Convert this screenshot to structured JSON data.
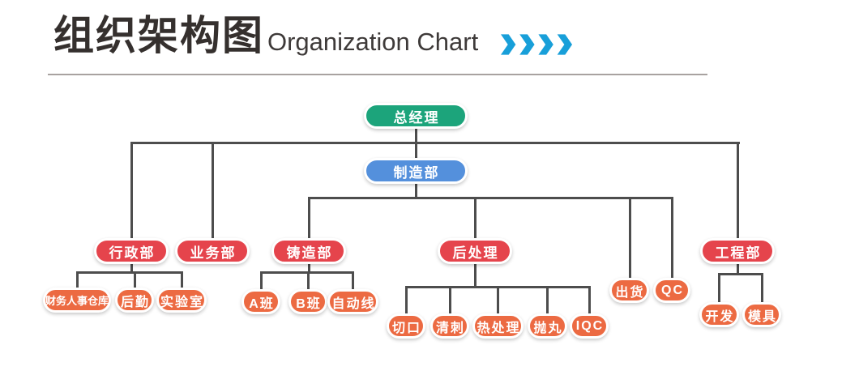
{
  "header": {
    "title_zh": "组织架构图",
    "title_en": "Organization Chart",
    "chevron_icon": "fast-forward-chevrons",
    "chevron_count": 4
  },
  "palette": {
    "title_text": "#35302e",
    "subtitle_text": "#3e3a39",
    "chevron_blue": "#189fd9",
    "divider_gray": "#a8a2a0",
    "connector_gray": "#4d4d4d",
    "level1_green": "#1ca47b",
    "level2_blue": "#5490dc",
    "dept_red": "#e5444c",
    "unit_orange": "#ec6a42",
    "node_text": "#ffffff"
  },
  "org": {
    "nodes": [
      {
        "id": "general-manager",
        "label": "总经理",
        "role": "level1",
        "parent": null
      },
      {
        "id": "manufacturing-dept",
        "label": "制造部",
        "role": "level2",
        "parent": "general-manager"
      },
      {
        "id": "admin-dept",
        "label": "行政部",
        "role": "dept",
        "parent": "general-manager"
      },
      {
        "id": "business-dept",
        "label": "业务部",
        "role": "dept",
        "parent": "general-manager"
      },
      {
        "id": "engineering-dept",
        "label": "工程部",
        "role": "dept",
        "parent": "general-manager"
      },
      {
        "id": "casting-dept",
        "label": "铸造部",
        "role": "dept",
        "parent": "manufacturing-dept"
      },
      {
        "id": "post-processing",
        "label": "后处理",
        "role": "dept",
        "parent": "manufacturing-dept"
      },
      {
        "id": "shipping",
        "label": "出货",
        "role": "unit",
        "parent": "manufacturing-dept"
      },
      {
        "id": "qc",
        "label": "QC",
        "role": "unit",
        "parent": "manufacturing-dept"
      },
      {
        "id": "finance-hr-warehouse",
        "label": "财务人事仓库",
        "role": "unit",
        "parent": "admin-dept",
        "small": true
      },
      {
        "id": "logistics",
        "label": "后勤",
        "role": "unit",
        "parent": "admin-dept"
      },
      {
        "id": "laboratory",
        "label": "实验室",
        "role": "unit",
        "parent": "admin-dept"
      },
      {
        "id": "class-a",
        "label": "A班",
        "role": "unit",
        "parent": "casting-dept"
      },
      {
        "id": "class-b",
        "label": "B班",
        "role": "unit",
        "parent": "casting-dept"
      },
      {
        "id": "auto-line",
        "label": "自动线",
        "role": "unit",
        "parent": "casting-dept"
      },
      {
        "id": "cutting",
        "label": "切口",
        "role": "unit",
        "parent": "post-processing"
      },
      {
        "id": "deburring",
        "label": "清刺",
        "role": "unit",
        "parent": "post-processing"
      },
      {
        "id": "heat-treatment",
        "label": "热处理",
        "role": "unit",
        "parent": "post-processing"
      },
      {
        "id": "shot-blasting",
        "label": "抛丸",
        "role": "unit",
        "parent": "post-processing"
      },
      {
        "id": "iqc",
        "label": "IQC",
        "role": "unit",
        "parent": "post-processing"
      },
      {
        "id": "development",
        "label": "开发",
        "role": "unit",
        "parent": "engineering-dept"
      },
      {
        "id": "mold",
        "label": "模具",
        "role": "unit",
        "parent": "engineering-dept"
      }
    ]
  }
}
